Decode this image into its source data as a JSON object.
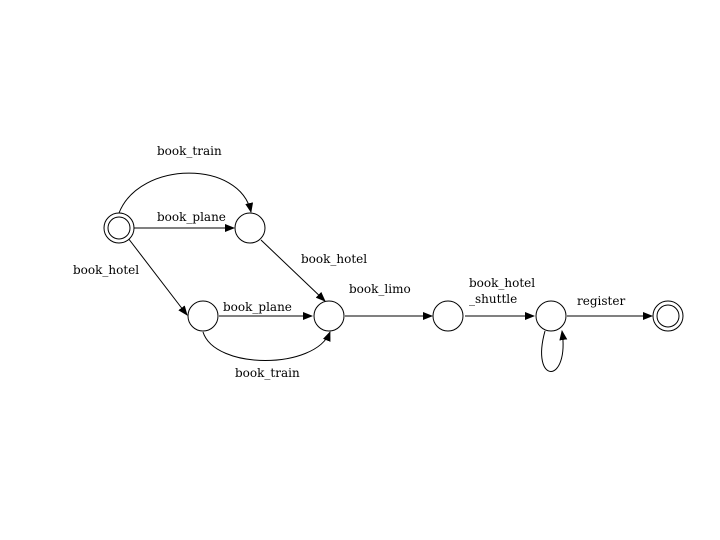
{
  "diagram": {
    "type": "state-machine",
    "states": [
      {
        "id": "s0",
        "initial": true,
        "final": true
      },
      {
        "id": "s1"
      },
      {
        "id": "s2"
      },
      {
        "id": "s3"
      },
      {
        "id": "s4"
      },
      {
        "id": "s5"
      },
      {
        "id": "s6",
        "final": true
      }
    ],
    "edges": [
      {
        "id": "e_train_top",
        "from": "s0",
        "to": "s1",
        "label": "book_train"
      },
      {
        "id": "e_plane_top",
        "from": "s0",
        "to": "s1",
        "label": "book_plane"
      },
      {
        "id": "e_hotel_down",
        "from": "s0",
        "to": "s2",
        "label": "book_hotel"
      },
      {
        "id": "e_hotel_diag",
        "from": "s1",
        "to": "s3",
        "label": "book_hotel"
      },
      {
        "id": "e_plane_bottom",
        "from": "s2",
        "to": "s3",
        "label": "book_plane"
      },
      {
        "id": "e_train_bottom",
        "from": "s2",
        "to": "s3",
        "label": "book_train"
      },
      {
        "id": "e_limo",
        "from": "s3",
        "to": "s4",
        "label": "book_limo"
      },
      {
        "id": "e_shuttle",
        "from": "s4",
        "to": "s5",
        "label_lines": [
          "book_hotel",
          "_shuttle"
        ]
      },
      {
        "id": "e_self",
        "from": "s5",
        "to": "s5",
        "label": ""
      },
      {
        "id": "e_register",
        "from": "s5",
        "to": "s6",
        "label": "register"
      }
    ]
  }
}
